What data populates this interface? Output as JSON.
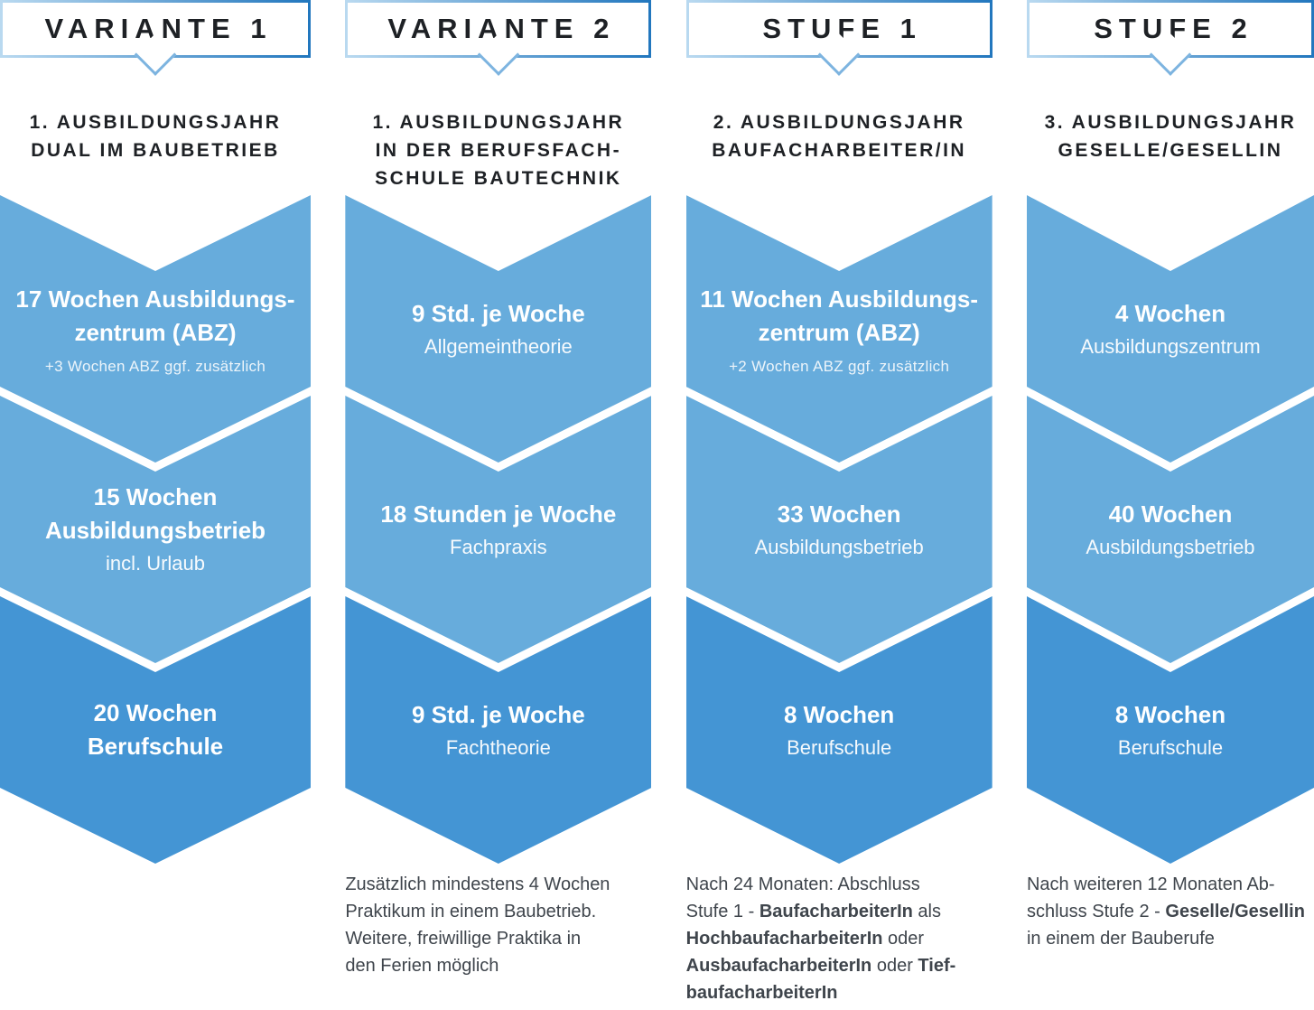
{
  "colors": {
    "chevron_light": "#67ACDC",
    "chevron_dark": "#4495D4",
    "badge_border_start": "#B9D9F0",
    "badge_border_end": "#2277BE",
    "badge_pointer": "#7DB4E0",
    "heading_text": "#1E2125",
    "footnote_text": "#3F454C",
    "chevron_text": "#FFFFFF",
    "background": "#FFFFFF"
  },
  "columns": [
    {
      "badge": "VARIANTE 1",
      "subtitle_lines": [
        "1. AUSBILDUNGSJAHR",
        "DUAL IM BAUBETRIEB"
      ],
      "chevrons": [
        {
          "tone": "light",
          "title_lines": [
            "17 Wochen Ausbildungs-",
            "zentrum (ABZ)"
          ],
          "sub": "",
          "note": "+3 Wochen ABZ ggf. zusätzlich"
        },
        {
          "tone": "light",
          "title_lines": [
            "15 Wochen",
            "Ausbildungsbetrieb"
          ],
          "sub": "incl. Urlaub",
          "note": ""
        },
        {
          "tone": "dark",
          "title_lines": [
            "20 Wochen",
            "Berufschule"
          ],
          "sub": "",
          "note": ""
        }
      ],
      "footnote_lines": []
    },
    {
      "badge": "VARIANTE 2",
      "subtitle_lines": [
        "1. AUSBILDUNGSJAHR",
        "IN DER BERUFSFACH-",
        "SCHULE BAUTECHNIK"
      ],
      "chevrons": [
        {
          "tone": "light",
          "title_lines": [
            "9 Std. je Woche"
          ],
          "sub": "Allgemeintheorie",
          "note": ""
        },
        {
          "tone": "light",
          "title_lines": [
            "18 Stunden je Woche"
          ],
          "sub": "Fachpraxis",
          "note": ""
        },
        {
          "tone": "dark",
          "title_lines": [
            "9 Std. je Woche"
          ],
          "sub": "Fachtheorie",
          "note": ""
        }
      ],
      "footnote_lines": [
        [
          {
            "text": "Zusätzlich mindestens 4 Wochen",
            "bold": false
          }
        ],
        [
          {
            "text": "Praktikum in einem Baubetrieb.",
            "bold": false
          }
        ],
        [
          {
            "text": "Weitere, freiwillige Praktika in",
            "bold": false
          }
        ],
        [
          {
            "text": "den Ferien möglich",
            "bold": false
          }
        ]
      ]
    },
    {
      "badge": "STUFE 1",
      "subtitle_lines": [
        "2. AUSBILDUNGSJAHR",
        "BAUFACHARBEITER/IN"
      ],
      "chevrons": [
        {
          "tone": "light",
          "title_lines": [
            "11 Wochen Ausbildungs-",
            "zentrum (ABZ)"
          ],
          "sub": "",
          "note": "+2 Wochen ABZ ggf. zusätzlich"
        },
        {
          "tone": "light",
          "title_lines": [
            "33 Wochen"
          ],
          "sub": "Ausbildungsbetrieb",
          "note": ""
        },
        {
          "tone": "dark",
          "title_lines": [
            "8 Wochen"
          ],
          "sub": "Berufschule",
          "note": ""
        }
      ],
      "footnote_lines": [
        [
          {
            "text": "Nach 24 Monaten: Abschluss",
            "bold": false
          }
        ],
        [
          {
            "text": "Stufe 1 - ",
            "bold": false
          },
          {
            "text": "BaufacharbeiterIn",
            "bold": true
          },
          {
            "text": " als",
            "bold": false
          }
        ],
        [
          {
            "text": "HochbaufacharbeiterIn",
            "bold": true
          },
          {
            "text": " oder",
            "bold": false
          }
        ],
        [
          {
            "text": "AusbaufacharbeiterIn",
            "bold": true
          },
          {
            "text": " oder ",
            "bold": false
          },
          {
            "text": "Tief-",
            "bold": true
          }
        ],
        [
          {
            "text": "baufacharbeiterIn",
            "bold": true
          }
        ]
      ]
    },
    {
      "badge": "STUFE 2",
      "subtitle_lines": [
        "3. AUSBILDUNGSJAHR",
        "GESELLE/GESELLIN"
      ],
      "chevrons": [
        {
          "tone": "light",
          "title_lines": [
            "4 Wochen"
          ],
          "sub": "Ausbildungszentrum",
          "note": ""
        },
        {
          "tone": "light",
          "title_lines": [
            "40 Wochen"
          ],
          "sub": "Ausbildungsbetrieb",
          "note": ""
        },
        {
          "tone": "dark",
          "title_lines": [
            "8 Wochen"
          ],
          "sub": "Berufschule",
          "note": ""
        }
      ],
      "footnote_lines": [
        [
          {
            "text": "Nach weiteren 12 Monaten Ab-",
            "bold": false
          }
        ],
        [
          {
            "text": "schluss Stufe 2 - ",
            "bold": false
          },
          {
            "text": "Geselle/Gesellin",
            "bold": true
          }
        ],
        [
          {
            "text": "in einem der Bauberufe",
            "bold": false
          }
        ]
      ]
    }
  ]
}
